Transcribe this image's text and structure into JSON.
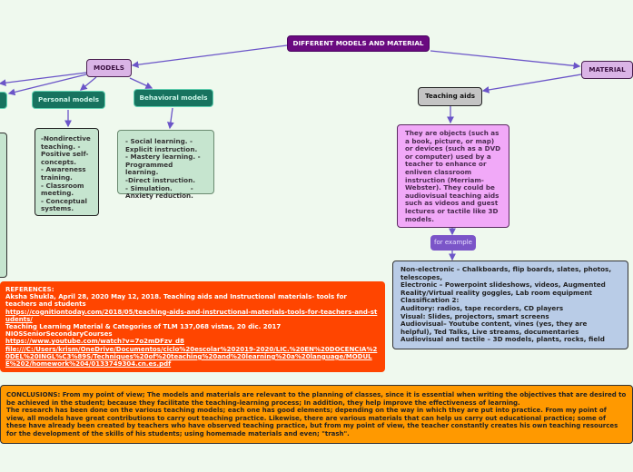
{
  "root": {
    "label": "DIFFERENT MODELS AND MATERIAL"
  },
  "models": {
    "label": "MODELS",
    "personal": {
      "label": "Personal models",
      "text": "-Nondirective teaching. - Positive self-concepts.\n- Awareness training.\n- Classroom meeting.\n- Conceptual systems."
    },
    "behavioral": {
      "label": "Behavioral models",
      "text": "- Social learning. - Explicit instruction.\n- Mastery learning. - Programmed learning.\n-Direct instruction.\n- Simulation.        - Anxiety reduction."
    }
  },
  "material": {
    "label": "MATERIAL",
    "teaching_aids": {
      "label": "Teaching aids",
      "text": "They are objects (such as a book, picture, or map) or devices (such as a DVD or computer) used by a teacher to enhance or enliven classroom instruction (Merriam-Webster). They could be audiovisual teaching aids such as videos and guest lectures or tactile like 3D models."
    },
    "for_example": "for example",
    "examples": "Non-electronic – Chalkboards, flip boards, slates, photos, telescopes,\nElectronic – Powerpoint slideshows, videos, Augmented Reality/Virtual reality goggles, Lab room equipment\nClassification 2:\nAuditory: radios, tape recorders, CD players\nVisual: Slides, projectors, smart screens\nAudiovisual– Youtube content, vines (yes, they are helpful), Ted Talks, Live streams, documentaries\nAudiovisual and tactile – 3D models, plants, rocks, field"
  },
  "references": {
    "title": "REFERENCES:",
    "lines": [
      "Aksha Shukla, April 28, 2020 May 12, 2018. Teaching aids and Instructional materials- tools for teachers and students",
      "https://cognitiontoday.com/2018/05/teaching-aids-and-instructional-materials-tools-for-teachers-and-students/",
      "Teaching Learning Material & Categories of TLM 137,068 vistas, 20 dic. 2017 NIOSSeniorSecondaryCourses",
      "https://www.youtube.com/watch?v=7o2mDFzv_d8",
      "file:///C:/Users/krism/OneDrive/Documentos/ciclo%20escolar%202019-2020/LIC.%20EN%20DOCENCIA%20DEL%20INGL%C3%89S/Techniques%20of%20teaching%20and%20learning%20a%20language/MODULE%202/homework%204/0133749304.cn.es.pdf"
    ]
  },
  "conclusions": {
    "text": "CONCLUSIONS: From my point of view; The models and materials are relevant to the planning of classes, since it is essential when writing the objectives that are desired to be achieved in the student; because they facilitate the teaching-learning process; In addition, they help improve the effectiveness of learning.\nThe research has been done on the various teaching models; each one has good elements; depending on the way in which they are put into practice. From my point of view, all models have great contributions to carry out teaching practice. Likewise, there are various materials that can help us carry out educational practice; some of these have already been created by teachers who have observed teaching practice, but from my point of view, the teacher constantly creates his own teaching resources for the development of the skills of his students; using homemade materials and even; \"trash\"."
  },
  "colors": {
    "root": "#6a0a80",
    "main": "#dab4e6",
    "teal": "#17735f",
    "leaf": "#c6e5cf",
    "pink": "#f1a9f8",
    "blue": "#b9cce7",
    "refs": "#ff4500",
    "concl": "#ff9900",
    "line": "#6b55c8"
  }
}
